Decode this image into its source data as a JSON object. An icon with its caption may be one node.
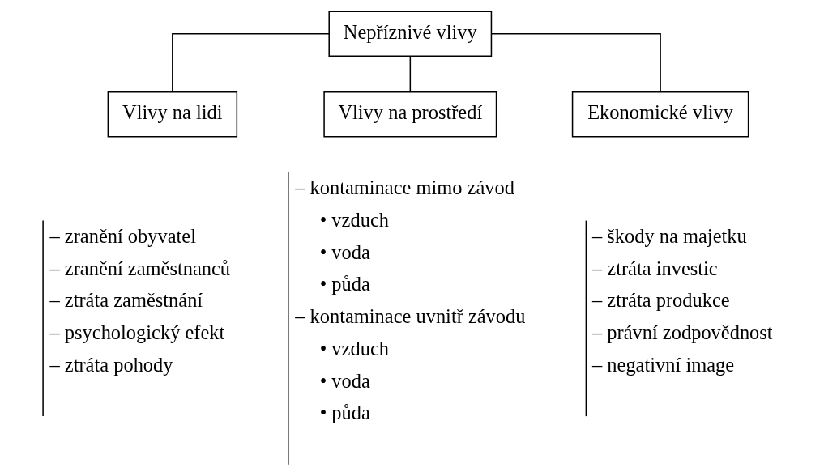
{
  "diagram": {
    "nodes": [
      {
        "text": [
          "Nepříznivé vlivy"
        ]
      },
      {
        "text": [
          "Vlivy na lidi"
        ],
        "beside": [
          "– zranění obyvatel",
          "– zranění zaměstnanců",
          "– ztráta zaměstnání",
          "– psychologický efekt",
          "– ztráta pohody"
        ]
      },
      {
        "text": [
          "Vlivy na prostředí"
        ],
        "beside": [
          "– kontaminace mimo závod",
          "• vzduch",
          "• voda",
          "• půda",
          "– kontaminace uvnitř závodu",
          "• vzduch",
          "• voda",
          "• půda"
        ]
      },
      {
        "text": [
          "Ekonomické vlivy"
        ],
        "beside": [
          "– škody na majetku",
          "– ztráta investic",
          "– ztráta produkce",
          "– právní zodpovědnost",
          "– negativní image"
        ]
      }
    ],
    "edges": [
      {
        "from": 0,
        "to": 1,
        "arrow": "none"
      },
      {
        "from": 0,
        "to": 2,
        "arrow": "none"
      },
      {
        "from": 0,
        "to": 3,
        "arrow": "none"
      }
    ]
  }
}
